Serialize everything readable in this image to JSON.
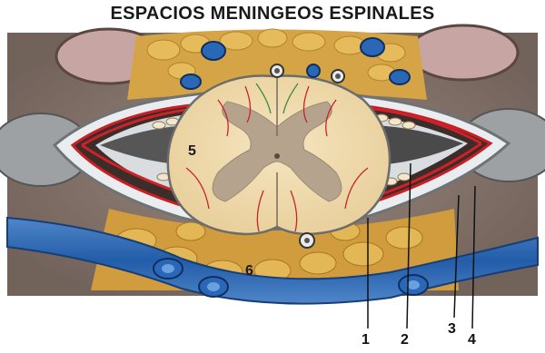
{
  "title": "ESPACIOS MENINGEOS ESPINALES",
  "labels": {
    "l1": "1",
    "l2": "2",
    "l3": "3",
    "l4": "4",
    "l5": "5",
    "l6": "6"
  },
  "colors": {
    "fat": "#d7a64b",
    "cord": "#f2dcae",
    "gray_matter": "#b4a48f",
    "dura": "#e8ecef",
    "vessel_blue": "#2a67b6",
    "vessel_red": "#cc1c24",
    "bone": "#8c7b72"
  }
}
